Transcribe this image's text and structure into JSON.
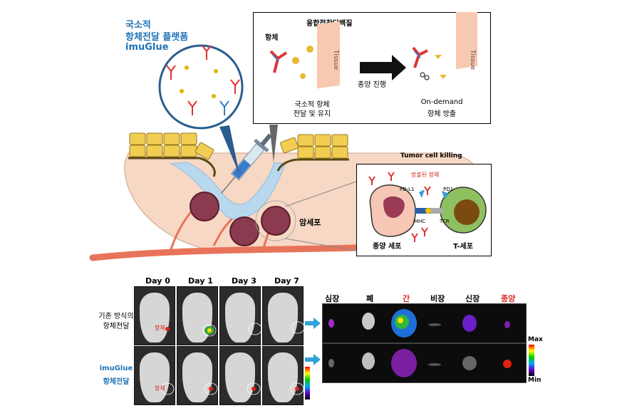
{
  "platform": {
    "line1": "국소적",
    "line2": "항체전달 플랫폼",
    "line3": "imuGlue"
  },
  "mechanism": {
    "title": "융합접착단백질",
    "antibody_label": "항체",
    "tissue_label": "Tissue",
    "progress_label": "종양 진행",
    "left_caption_1": "국소적 항체",
    "left_caption_2": "전달 및 유지",
    "right_caption_1": "On-demand",
    "right_caption_2": "항체 방출"
  },
  "tumor_site": {
    "cancer_label": "암세포"
  },
  "killing": {
    "title": "Tumor cell killing",
    "released_label": "방출된 항체",
    "pdl1_label": "PD-L1",
    "pd1_label": "PD1",
    "mhc_label": "MHC",
    "tcr_label": "TCR",
    "tumor_cell_label": "종양 세포",
    "tcell_label": "T-세포"
  },
  "imaging": {
    "days": [
      "Day 0",
      "Day 1",
      "Day 3",
      "Day 7"
    ],
    "row1_label_1": "기존 방식의",
    "row1_label_2": "항체전달",
    "row2_label_1": "imuGlue",
    "row2_label_2": "항체전달",
    "antibody_marker": "항체",
    "organs": [
      "심장",
      "폐",
      "간",
      "비장",
      "신장",
      "종양"
    ],
    "scale_max": "Max",
    "scale_min": "Min"
  },
  "colors": {
    "blue_text": "#1f74b8",
    "red_text": "#d32a22",
    "tumor": "#8b3a4f",
    "tissue": "#f7d8c4",
    "fat": "#f1cd52",
    "injection": "#b8d8ee"
  }
}
